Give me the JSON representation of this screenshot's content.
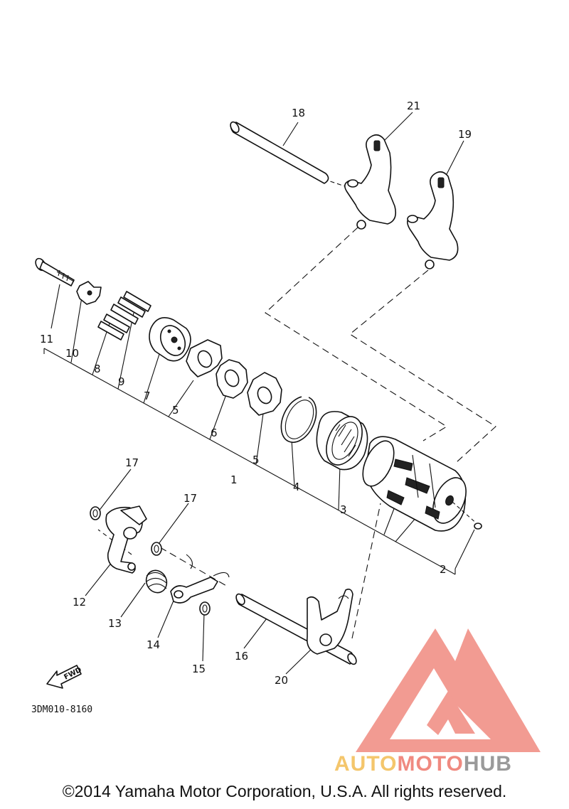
{
  "diagram": {
    "callouts": [
      "1",
      "2",
      "3",
      "4",
      "5",
      "5",
      "6",
      "7",
      "8",
      "9",
      "10",
      "11",
      "12",
      "13",
      "14",
      "15",
      "16",
      "17",
      "17",
      "18",
      "19",
      "20",
      "21"
    ],
    "drawing_code": "3DM010-8160",
    "fwd_label": "FWD"
  },
  "watermark": {
    "brand_part1": "AUTO",
    "brand_part2": "MOTO",
    "brand_part3": "HUB",
    "colors": {
      "auto": "#f4c66c",
      "moto": "#f08a80",
      "hub": "#9a9a9a",
      "logo": "#f08a80"
    }
  },
  "footer": {
    "copyright": "©2014 Yamaha Motor Corporation, U.S.A. All rights reserved."
  }
}
